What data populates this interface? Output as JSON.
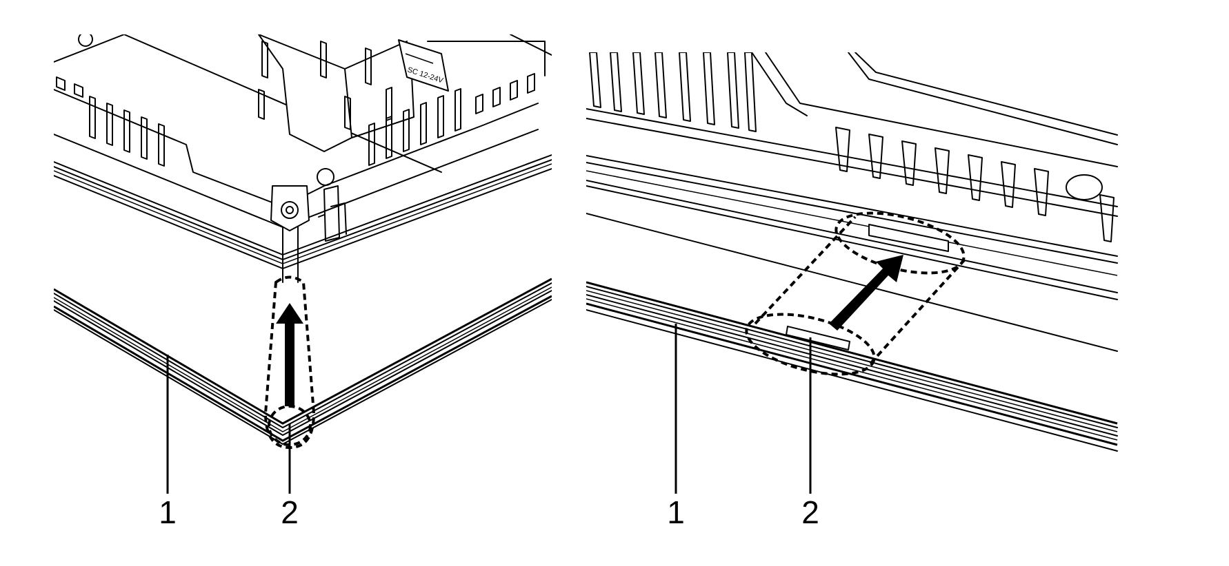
{
  "figures": [
    {
      "id": "left",
      "callouts": [
        {
          "number": "1"
        },
        {
          "number": "2"
        }
      ]
    },
    {
      "id": "right",
      "callouts": [
        {
          "number": "1"
        },
        {
          "number": "2"
        }
      ]
    }
  ],
  "panel_module_text": "SC 12-24V",
  "colors": {
    "line": "#000000",
    "background": "#ffffff"
  }
}
